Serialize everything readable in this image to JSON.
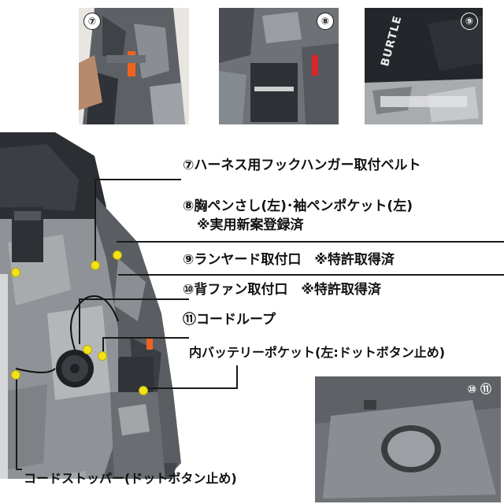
{
  "top_photos": [
    {
      "badge": "⑦"
    },
    {
      "badge": "⑧"
    },
    {
      "badge": "⑨",
      "print_text": "BURTLE"
    }
  ],
  "callouts": {
    "c7": "⑦ハーネス用フックハンガー取付ベルト",
    "c8_line1": "⑧胸ペンさし(左)･袖ペンポケット(左)",
    "c8_line2": "※実用新案登録済",
    "c9": "⑨ランヤード取付口　※特許取得済",
    "c10": "⑩背ファン取付口　※特許取得済",
    "c11": "⑪コードループ",
    "battery": "内バッテリーポケット(左:ドットボタン止め)",
    "stopper": "コードストッパー(ドットボタン止め)"
  },
  "inset": {
    "badges": "⑩ ⑪"
  },
  "colors": {
    "marker": "#f2e21a",
    "line": "#1a1a1a",
    "lining": "#8f9296"
  }
}
